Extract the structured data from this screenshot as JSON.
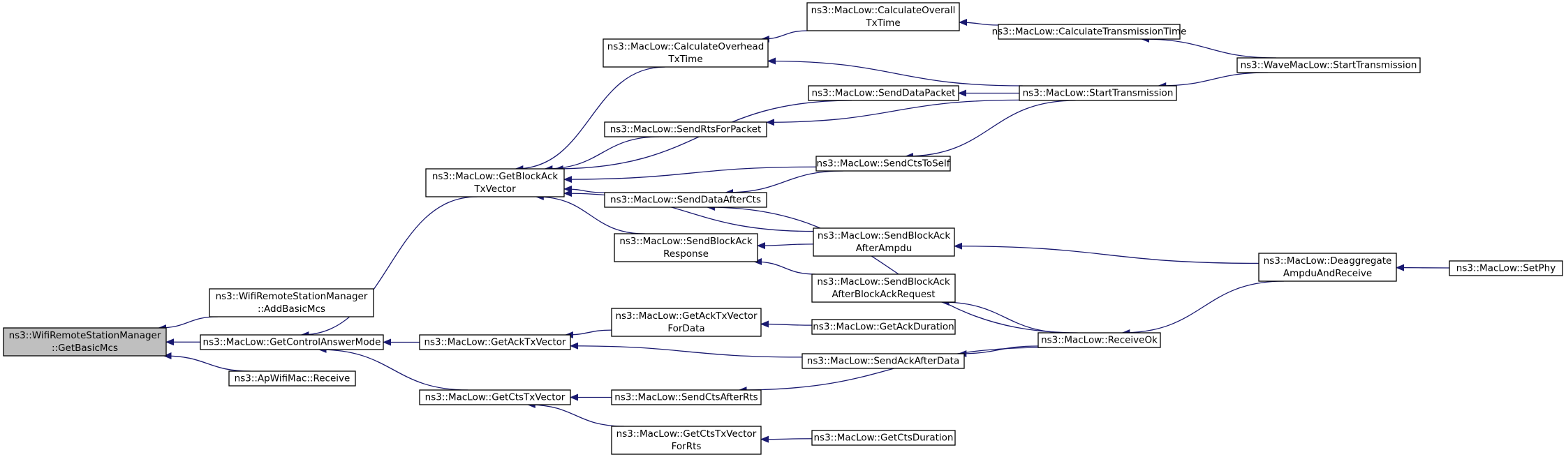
{
  "colors": {
    "edge": "#191970",
    "root_fill": "#bfbfbf",
    "node_fill": "#ffffff",
    "border": "#000000"
  },
  "nodes": {
    "root": [
      "ns3::WifiRemoteStationManager",
      "::GetBasicMcs"
    ],
    "addBasicMcs": [
      "ns3::WifiRemoteStationManager",
      "::AddBasicMcs"
    ],
    "getControlAnswerMode": [
      "ns3::MacLow::GetControlAnswerMode"
    ],
    "apReceive": [
      "ns3::ApWifiMac::Receive"
    ],
    "getBlockAckTxVector": [
      "ns3::MacLow::GetBlockAck",
      "TxVector"
    ],
    "getAckTxVector": [
      "ns3::MacLow::GetAckTxVector"
    ],
    "getCtsTxVector": [
      "ns3::MacLow::GetCtsTxVector"
    ],
    "calcOverheadTxTime": [
      "ns3::MacLow::CalculateOverhead",
      "TxTime"
    ],
    "sendRtsForPacket": [
      "ns3::MacLow::SendRtsForPacket"
    ],
    "sendDataAfterCts": [
      "ns3::MacLow::SendDataAfterCts"
    ],
    "sendBlockAckResponse": [
      "ns3::MacLow::SendBlockAck",
      "Response"
    ],
    "getAckTxVectorForData": [
      "ns3::MacLow::GetAckTxVector",
      "ForData"
    ],
    "sendCtsAfterRts": [
      "ns3::MacLow::SendCtsAfterRts"
    ],
    "getCtsTxVectorForRts": [
      "ns3::MacLow::GetCtsTxVector",
      "ForRts"
    ],
    "calcOverallTxTime": [
      "ns3::MacLow::CalculateOverall",
      "TxTime"
    ],
    "sendDataPacket": [
      "ns3::MacLow::SendDataPacket"
    ],
    "sendCtsToSelf": [
      "ns3::MacLow::SendCtsToSelf"
    ],
    "sendBlockAckAfterAmpdu": [
      "ns3::MacLow::SendBlockAck",
      "AfterAmpdu"
    ],
    "sendBlockAckAfterBAR": [
      "ns3::MacLow::SendBlockAck",
      "AfterBlockAckRequest"
    ],
    "getAckDuration": [
      "ns3::MacLow::GetAckDuration"
    ],
    "sendAckAfterData": [
      "ns3::MacLow::SendAckAfterData"
    ],
    "getCtsDuration": [
      "ns3::MacLow::GetCtsDuration"
    ],
    "calcTransmissionTime": [
      "ns3::MacLow::CalculateTransmissionTime"
    ],
    "startTransmission": [
      "ns3::MacLow::StartTransmission"
    ],
    "receiveOk": [
      "ns3::MacLow::ReceiveOk"
    ],
    "waveStartTransmission": [
      "ns3::WaveMacLow::StartTransmission"
    ],
    "deaggregate": [
      "ns3::MacLow::Deaggregate",
      "AmpduAndReceive"
    ],
    "setPhy": [
      "ns3::MacLow::SetPhy"
    ]
  },
  "edges": [
    [
      "addBasicMcs",
      "root"
    ],
    [
      "getControlAnswerMode",
      "root"
    ],
    [
      "apReceive",
      "root"
    ],
    [
      "getBlockAckTxVector",
      "getControlAnswerMode"
    ],
    [
      "getAckTxVector",
      "getControlAnswerMode"
    ],
    [
      "getCtsTxVector",
      "getControlAnswerMode"
    ],
    [
      "calcOverheadTxTime",
      "getBlockAckTxVector"
    ],
    [
      "sendDataPacket",
      "getBlockAckTxVector"
    ],
    [
      "sendRtsForPacket",
      "getBlockAckTxVector"
    ],
    [
      "sendCtsToSelf",
      "getBlockAckTxVector"
    ],
    [
      "sendDataAfterCts",
      "getBlockAckTxVector"
    ],
    [
      "sendBlockAckAfterAmpdu",
      "getBlockAckTxVector"
    ],
    [
      "sendBlockAckResponse",
      "getBlockAckTxVector"
    ],
    [
      "getAckTxVectorForData",
      "getAckTxVector"
    ],
    [
      "sendAckAfterData",
      "getAckTxVector"
    ],
    [
      "sendCtsAfterRts",
      "getCtsTxVector"
    ],
    [
      "getCtsTxVectorForRts",
      "getCtsTxVector"
    ],
    [
      "calcOverallTxTime",
      "calcOverheadTxTime"
    ],
    [
      "startTransmission",
      "calcOverheadTxTime"
    ],
    [
      "calcTransmissionTime",
      "calcOverallTxTime"
    ],
    [
      "waveStartTransmission",
      "calcTransmissionTime"
    ],
    [
      "startTransmission",
      "sendDataPacket"
    ],
    [
      "startTransmission",
      "sendRtsForPacket"
    ],
    [
      "startTransmission",
      "sendCtsToSelf"
    ],
    [
      "sendCtsToSelf",
      "sendDataAfterCts"
    ],
    [
      "receiveOk",
      "sendDataAfterCts"
    ],
    [
      "sendBlockAckAfterAmpdu",
      "sendBlockAckResponse"
    ],
    [
      "sendBlockAckAfterBAR",
      "sendBlockAckResponse"
    ],
    [
      "deaggregate",
      "sendBlockAckAfterAmpdu"
    ],
    [
      "receiveOk",
      "sendBlockAckAfterBAR"
    ],
    [
      "getAckDuration",
      "getAckTxVectorForData"
    ],
    [
      "receiveOk",
      "sendAckAfterData"
    ],
    [
      "receiveOk",
      "sendCtsAfterRts"
    ],
    [
      "getCtsDuration",
      "getCtsTxVectorForRts"
    ],
    [
      "waveStartTransmission",
      "startTransmission"
    ],
    [
      "deaggregate",
      "receiveOk"
    ],
    [
      "setPhy",
      "deaggregate"
    ]
  ]
}
